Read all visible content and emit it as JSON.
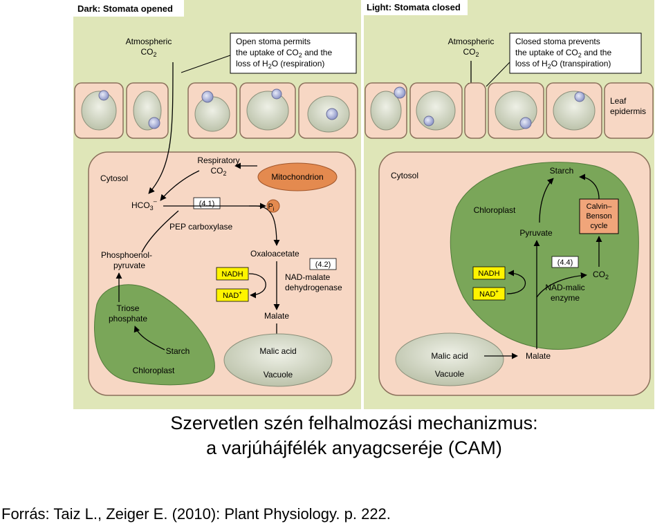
{
  "left_panel": {
    "heading": "Dark: Stomata opened",
    "atmospheric_line1": "Atmospheric",
    "atmospheric_line2": "CO",
    "atmospheric_sub": "2",
    "stoma_note_line1": "Open stoma permits",
    "stoma_note_line2a": "the uptake of CO",
    "stoma_note_line2_sub": "2",
    "stoma_note_line2b": " and the",
    "stoma_note_line3a": "loss of H",
    "stoma_note_line3_sub": "2",
    "stoma_note_line3b": "O (respiration)",
    "cytosol": "Cytosol",
    "respiratory_line1": "Respiratory",
    "respiratory_line2": "CO",
    "respiratory_sub": "2",
    "mitochondrion": "Mitochondrion",
    "hco3": "HCO",
    "hco3_sub": "3",
    "hco3_sup": "–",
    "reaction_41": "(4.1)",
    "pi": "P",
    "pi_sub": "i",
    "pep_carboxylase": "PEP carboxylase",
    "pep_line1": "Phosphoenol-",
    "pep_line2": "pyruvate",
    "oxaloacetate": "Oxaloacetate",
    "reaction_42": "(4.2)",
    "nadh": "NADH",
    "nad": "NAD",
    "nad_sup": "+",
    "malate_dh_line1": "NAD-malate",
    "malate_dh_line2": "dehydrogenase",
    "malate": "Malate",
    "triose_line1": "Triose",
    "triose_line2": "phosphate",
    "starch": "Starch",
    "chloroplast": "Chloroplast",
    "malic_acid": "Malic acid",
    "vacuole": "Vacuole"
  },
  "right_panel": {
    "heading": "Light: Stomata closed",
    "atmospheric_line1": "Atmospheric",
    "atmospheric_line2": "CO",
    "atmospheric_sub": "2",
    "stoma_note_line1": "Closed stoma prevents",
    "stoma_note_line2a": "the uptake of CO",
    "stoma_note_line2_sub": "2",
    "stoma_note_line2b": " and the",
    "stoma_note_line3a": "loss of H",
    "stoma_note_line3_sub": "2",
    "stoma_note_line3b": "O (transpiration)",
    "leaf_line1": "Leaf",
    "leaf_line2": "epidermis",
    "cytosol": "Cytosol",
    "starch": "Starch",
    "calvin_line1": "Calvin–",
    "calvin_line2": "Benson",
    "calvin_line3": "cycle",
    "chloroplast": "Chloroplast",
    "pyruvate": "Pyruvate",
    "reaction_44": "(4.4)",
    "nadh": "NADH",
    "nad": "NAD",
    "nad_sup": "+",
    "co2": "CO",
    "co2_sub": "2",
    "malic_enzyme_line1": "NAD-malic",
    "malic_enzyme_line2": "enzyme",
    "malic_acid": "Malic acid",
    "malate": "Malate",
    "vacuole": "Vacuole"
  },
  "caption": {
    "title_line1": "Szervetlen szén felhalmozási mechanizmus:",
    "title_line2": "a varjúhájfélék anyagcseréje (CAM)",
    "source": "Forrás: Taiz L., Zeiger E. (2010): Plant Physiology. p. 222."
  },
  "colors": {
    "background_panel": "#dfe6b8",
    "cell_fill": "#f7d7c4",
    "chloroplast": "#7aa659",
    "mitochondrion": "#e48a4f",
    "vacuole": "#c5cbb5",
    "nadh_box": "#fff400",
    "calvin_box": "#f0a57a",
    "nucleus": "#aeb6dc"
  }
}
